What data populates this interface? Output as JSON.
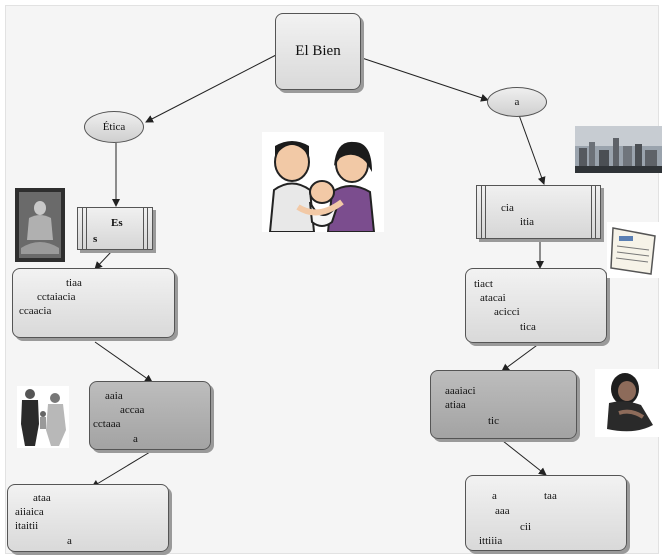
{
  "root": {
    "label": "El Bien"
  },
  "left_ellipse": {
    "label": "Ética"
  },
  "right_ellipse": {
    "label": "a"
  },
  "left_proc": {
    "line1": "Es",
    "line2": "s"
  },
  "right_proc": {
    "line1": "cia",
    "line2": "itia"
  },
  "left_box1": {
    "line1": "tiaa",
    "line2": "cctaiacia",
    "line3": "ccaacia"
  },
  "left_box2": {
    "line1": "aaia",
    "line2": "accaa",
    "line3": "cctaaa",
    "line4": "a"
  },
  "left_box3": {
    "line1": "ataa",
    "line2": "aiiaica",
    "line3": "itaitii",
    "line4": "a"
  },
  "right_box1": {
    "line1": "tiact",
    "line2": "atacai",
    "line3": "acicci",
    "line4": "tica"
  },
  "right_box2": {
    "line1": "aaaiaci",
    "line2": "atiaa",
    "line3": "tic"
  },
  "right_box3": {
    "line1": "a",
    "line1b": "taa",
    "line2": "aaa",
    "line3": "cii",
    "line4": "ittiiia"
  },
  "colors": {
    "box_light": "#e6e6e6",
    "box_dark": "#adadad",
    "edge": "#222222"
  },
  "images": [
    "family-illustration",
    "meditating-figure",
    "city-skyline",
    "document-scroll",
    "parents-with-child",
    "sitting-woman"
  ]
}
